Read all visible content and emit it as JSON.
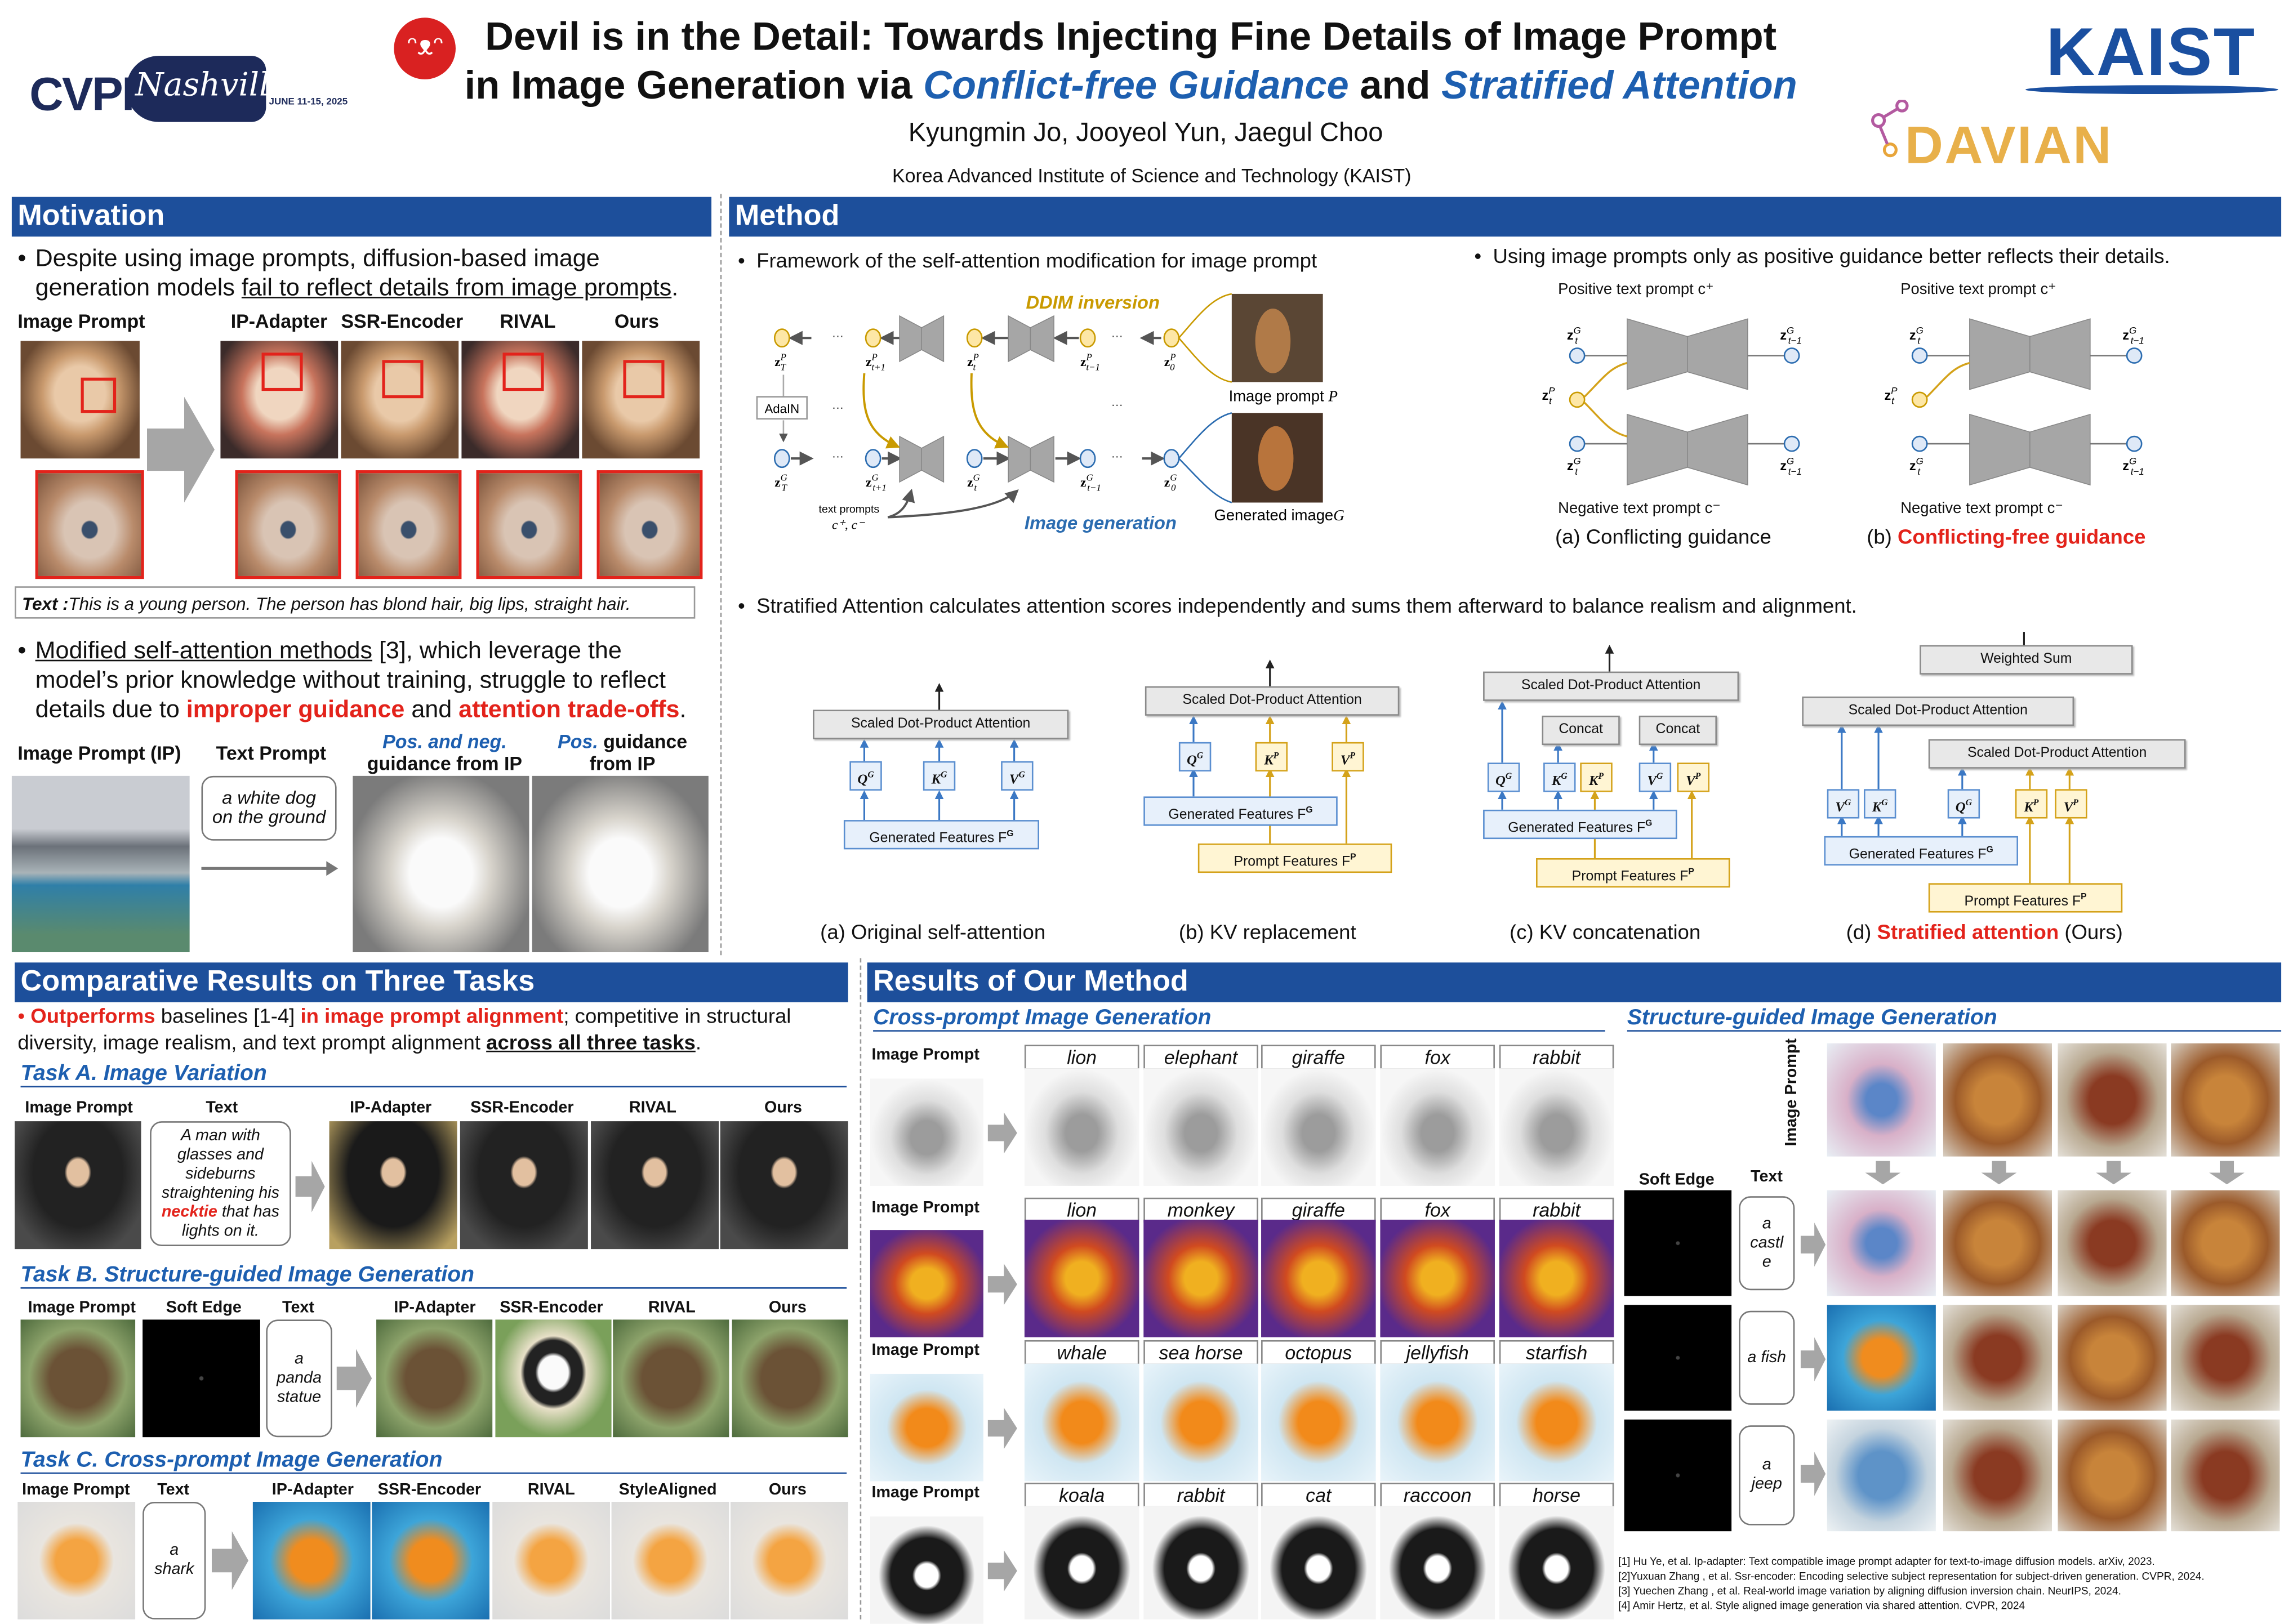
{
  "header": {
    "title_line1": "Devil is in the Detail: Towards Injecting Fine Details of Image Prompt",
    "title_line2_pre": "in Image Generation via ",
    "title_cf": "Conflict-free Guidance",
    "title_and": " and ",
    "title_sa": "Stratified Attention",
    "authors": "Kyungmin Jo, Jooyeol Yun, Jaegul Choo",
    "affiliation": "Korea Advanced Institute of Science and Technology (KAIST)",
    "logos": {
      "cvpr": "CVPR",
      "nashville": "Nashville",
      "dates": "JUNE 11-15, 2025",
      "kaist": "KAIST",
      "davian": "DAVIAN"
    }
  },
  "motivation": {
    "title": "Motivation",
    "bullet1": {
      "pre": "Despite using image prompts, diffusion-based image generation models ",
      "ul": "fail to reflect details from image prompts",
      "post": "."
    },
    "labels": [
      "Image Prompt",
      "IP-Adapter",
      "SSR-Encoder",
      "RIVAL",
      "Ours"
    ],
    "text_box": {
      "label": "Text :",
      "value": "This is a young person.  The person has blond hair, big lips, straight hair."
    },
    "bullet2": {
      "ul": "Modified self-attention methods",
      "pre": " [3], which leverage the model’s prior knowledge without training, struggle to reflect details due to ",
      "red1": "improper guidance",
      "mid": " and ",
      "red2": "attention trade-offs",
      "post": "."
    },
    "labels2": {
      "ip": "Image Prompt (IP)",
      "text": "Text Prompt",
      "pn_blue": "Pos. and neg.",
      "pn_rest": "guidance from IP",
      "pos_blue": "Pos.",
      "pos_rest": " guidance",
      "pos_rest2": "from IP"
    },
    "text_prompt": "a white dog on the ground"
  },
  "method": {
    "title": "Method",
    "bullet_framework": "Framework of the self-attention modification for image prompt",
    "framework": {
      "ddim": "DDIM inversion",
      "gen": "Image generation",
      "adain": "AdaIN",
      "dots": "···",
      "image_prompt": "Image prompt ",
      "image_prompt_sym": "P",
      "generated": "Generated image",
      "generated_sym": "G",
      "text_prompts": "text prompts",
      "cpm": "c⁺, c⁻",
      "top_z": [
        {
          "sup": "P",
          "sub": "T"
        },
        {
          "sup": "P",
          "sub": "t+1"
        },
        {
          "sup": "P",
          "sub": "t"
        },
        {
          "sup": "P",
          "sub": "t−1"
        },
        {
          "sup": "P",
          "sub": "0"
        }
      ],
      "bot_z": [
        {
          "sup": "G",
          "sub": "T"
        },
        {
          "sup": "G",
          "sub": "t+1"
        },
        {
          "sup": "G",
          "sub": "t"
        },
        {
          "sup": "G",
          "sub": "t−1"
        },
        {
          "sup": "G",
          "sub": "0"
        }
      ]
    },
    "bullet_positive": "Using image prompts only as positive guidance better reflects their details.",
    "guidance": {
      "pos": "Positive text prompt  c⁺",
      "neg": "Negative text prompt  c⁻",
      "z_g": {
        "sup": "G",
        "sub": "t"
      },
      "z_p": {
        "sup": "P",
        "sub": "t"
      },
      "z_g1": {
        "sup": "G",
        "sub": "t−1"
      },
      "cap_a": "(a) Conflicting guidance",
      "cap_b_pre": "(b) ",
      "cap_b_red": "Conflicting-free guidance"
    },
    "bullet_stratified": "Stratified Attention calculates attention scores independently and sums them afterward to balance realism and alignment.",
    "attn": {
      "sdpa": "Scaled Dot-Product Attention",
      "concat": "Concat",
      "ws": "Weighted Sum",
      "gen_f": "Generated Features F",
      "gen_sup": "G",
      "prm_f": "Prompt Features F",
      "prm_sup": "P",
      "QG": "Q",
      "KG": "K",
      "VG": "V",
      "KP": "K",
      "VP": "V",
      "g": "G",
      "p": "P",
      "cap_a": "(a) Original self-attention",
      "cap_b": "(b) KV replacement",
      "cap_c": "(c) KV concatenation",
      "cap_d_pre": "(d) ",
      "cap_d_red": "Stratified attention",
      "cap_d_post": " (Ours)"
    }
  },
  "comparative": {
    "title": "Comparative Results on Three Tasks",
    "b_red1": "Outperforms",
    "b_mid1": " baselines [1-4] ",
    "b_red2": "in image prompt alignment",
    "b_mid2": "; competitive in structural diversity, image realism, and text prompt alignment ",
    "b_ul": "across all three tasks",
    "b_end": ".",
    "taskA": {
      "title": "Task A. Image Variation",
      "labels": [
        "Image Prompt",
        "Text",
        "IP-Adapter",
        "SSR-Encoder",
        "RIVAL",
        "Ours"
      ],
      "text_pre": "A man with glasses and sideburns straightening his ",
      "text_red": "necktie",
      "text_post": " that has lights on it."
    },
    "taskB": {
      "title": "Task B. Structure-guided Image Generation",
      "labels": [
        "Image Prompt",
        "Soft Edge",
        "Text",
        "IP-Adapter",
        "SSR-Encoder",
        "RIVAL",
        "Ours"
      ],
      "text": "a panda statue"
    },
    "taskC": {
      "title": "Task C. Cross-prompt Image Generation",
      "labels": [
        "Image Prompt",
        "Text",
        "IP-Adapter",
        "SSR-Encoder",
        "RIVAL",
        "StyleAligned",
        "Ours"
      ],
      "text": "a shark"
    }
  },
  "results": {
    "title": "Results of Our Method",
    "cross_title": "Cross-prompt Image Generation",
    "struct_title": "Structure-guided Image Generation",
    "image_prompt": "Image Prompt",
    "cross_rows": [
      [
        "lion",
        "elephant",
        "giraffe",
        "fox",
        "rabbit"
      ],
      [
        "lion",
        "monkey",
        "giraffe",
        "fox",
        "rabbit"
      ],
      [
        "whale",
        "sea horse",
        "octopus",
        "jellyfish",
        "starfish"
      ],
      [
        "koala",
        "rabbit",
        "cat",
        "raccoon",
        "horse"
      ]
    ],
    "soft_edge": "Soft Edge",
    "text": "Text",
    "struct_texts": [
      "a castl e",
      "a fish",
      "a jeep"
    ]
  },
  "references": [
    "[1] Hu Ye, et al. Ip-adapter: Text compatible image prompt adapter for text-to-image diffusion models. arXiv, 2023.",
    "[2]Yuxuan Zhang , et al. Ssr-encoder: Encoding selective subject representation for subject-driven generation. CVPR, 2024.",
    "[3] Yuechen Zhang , et al. Real-world image variation by aligning diffusion inversion chain. NeurIPS, 2024.",
    "[4] Amir Hertz, et al. Style aligned image generation via shared attention. CVPR, 2024"
  ]
}
